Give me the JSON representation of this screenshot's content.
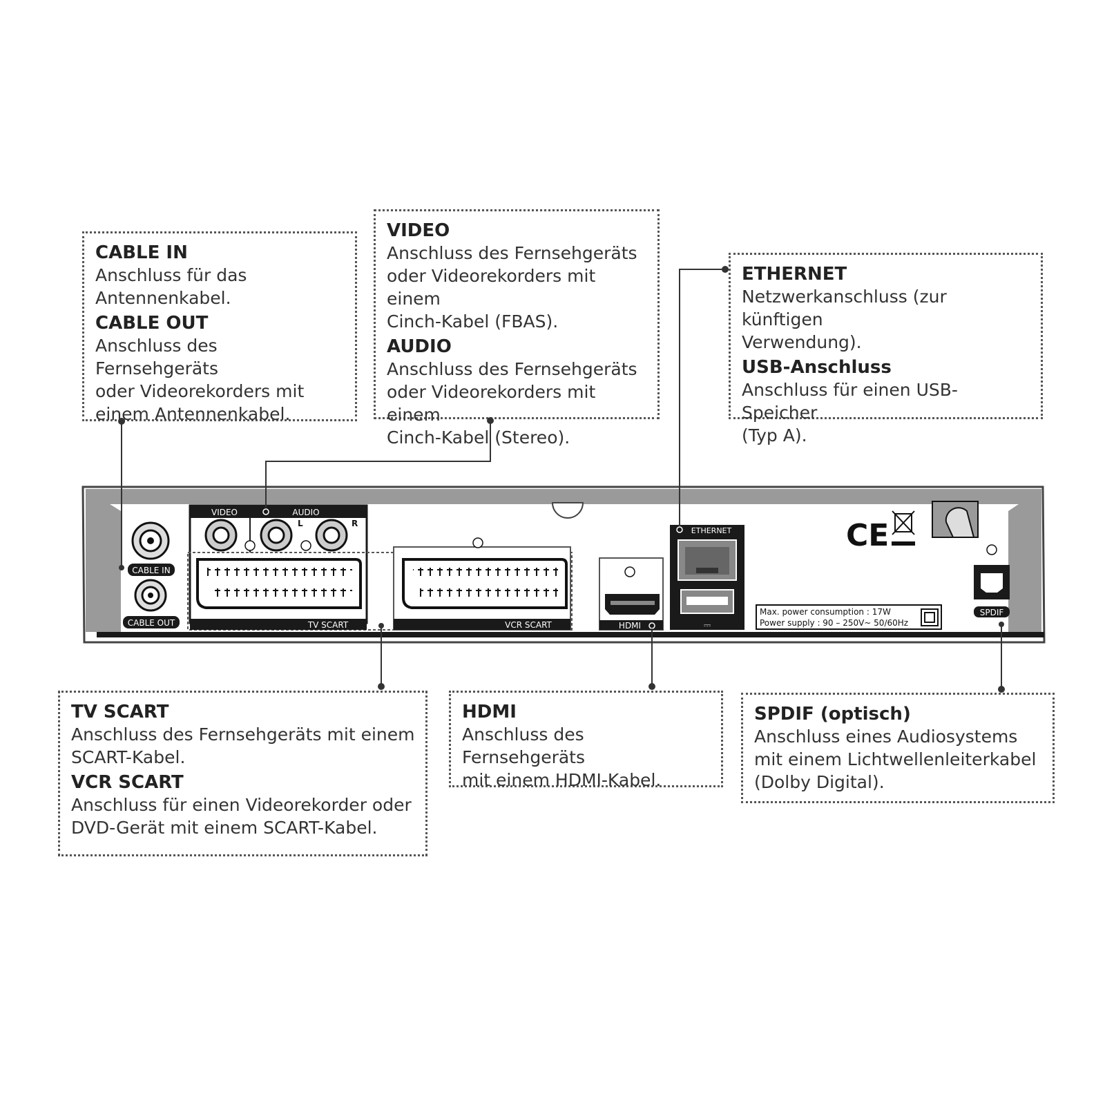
{
  "callouts": {
    "cable": {
      "title1": "CABLE IN",
      "text1": [
        "Anschluss für das",
        "Antennenkabel."
      ],
      "title2": "CABLE OUT",
      "text2": [
        "Anschluss des Fernsehgeräts",
        "oder Videorekorders mit",
        "einem Antennenkabel."
      ]
    },
    "av": {
      "title1": "VIDEO",
      "text1": [
        "Anschluss des Fernsehgeräts",
        "oder Videorekorders mit einem",
        "Cinch-Kabel (FBAS)."
      ],
      "title2": "AUDIO",
      "text2": [
        "Anschluss des Fernsehgeräts",
        "oder Videorekorders mit einem",
        "Cinch-Kabel (Stereo)."
      ]
    },
    "net": {
      "title1": "ETHERNET",
      "text1": [
        "Netzwerkanschluss (zur künftigen",
        "Verwendung)."
      ],
      "title2": "USB-Anschluss",
      "text2": [
        "Anschluss für einen USB-Speicher",
        "(Typ A)."
      ]
    },
    "scart": {
      "title1": "TV SCART",
      "text1": [
        "Anschluss des Fernsehgeräts mit einem",
        "SCART-Kabel."
      ],
      "title2": "VCR SCART",
      "text2": [
        "Anschluss für einen Videorekorder oder",
        "DVD-Gerät mit einem SCART-Kabel."
      ]
    },
    "hdmi": {
      "title1": "HDMI",
      "text1": [
        "Anschluss des Fernsehgeräts",
        "mit einem HDMI-Kabel."
      ]
    },
    "spdif": {
      "title1": "SPDIF (optisch)",
      "text1": [
        "Anschluss eines Audiosystems",
        "mit einem Lichtwellenleiterkabel",
        "(Dolby Digital)."
      ]
    }
  },
  "panel": {
    "video": "VIDEO",
    "audio": "AUDIO",
    "l": "L",
    "r": "R",
    "cable_in": "CABLE IN",
    "cable_out": "CABLE OUT",
    "tv_scart": "TV SCART",
    "vcr_scart": "VCR SCART",
    "hdmi": "HDMI",
    "ethernet": "ETHERNET",
    "spdif": "SPDIF",
    "ce": "CE",
    "power1": "Max. power consumption : 17W",
    "power2": "Power supply : 90 – 250V~ 50/60Hz"
  },
  "colors": {
    "panel_grey": "#9a9a9a",
    "dark": "#1a1a1a",
    "line": "#333333"
  }
}
